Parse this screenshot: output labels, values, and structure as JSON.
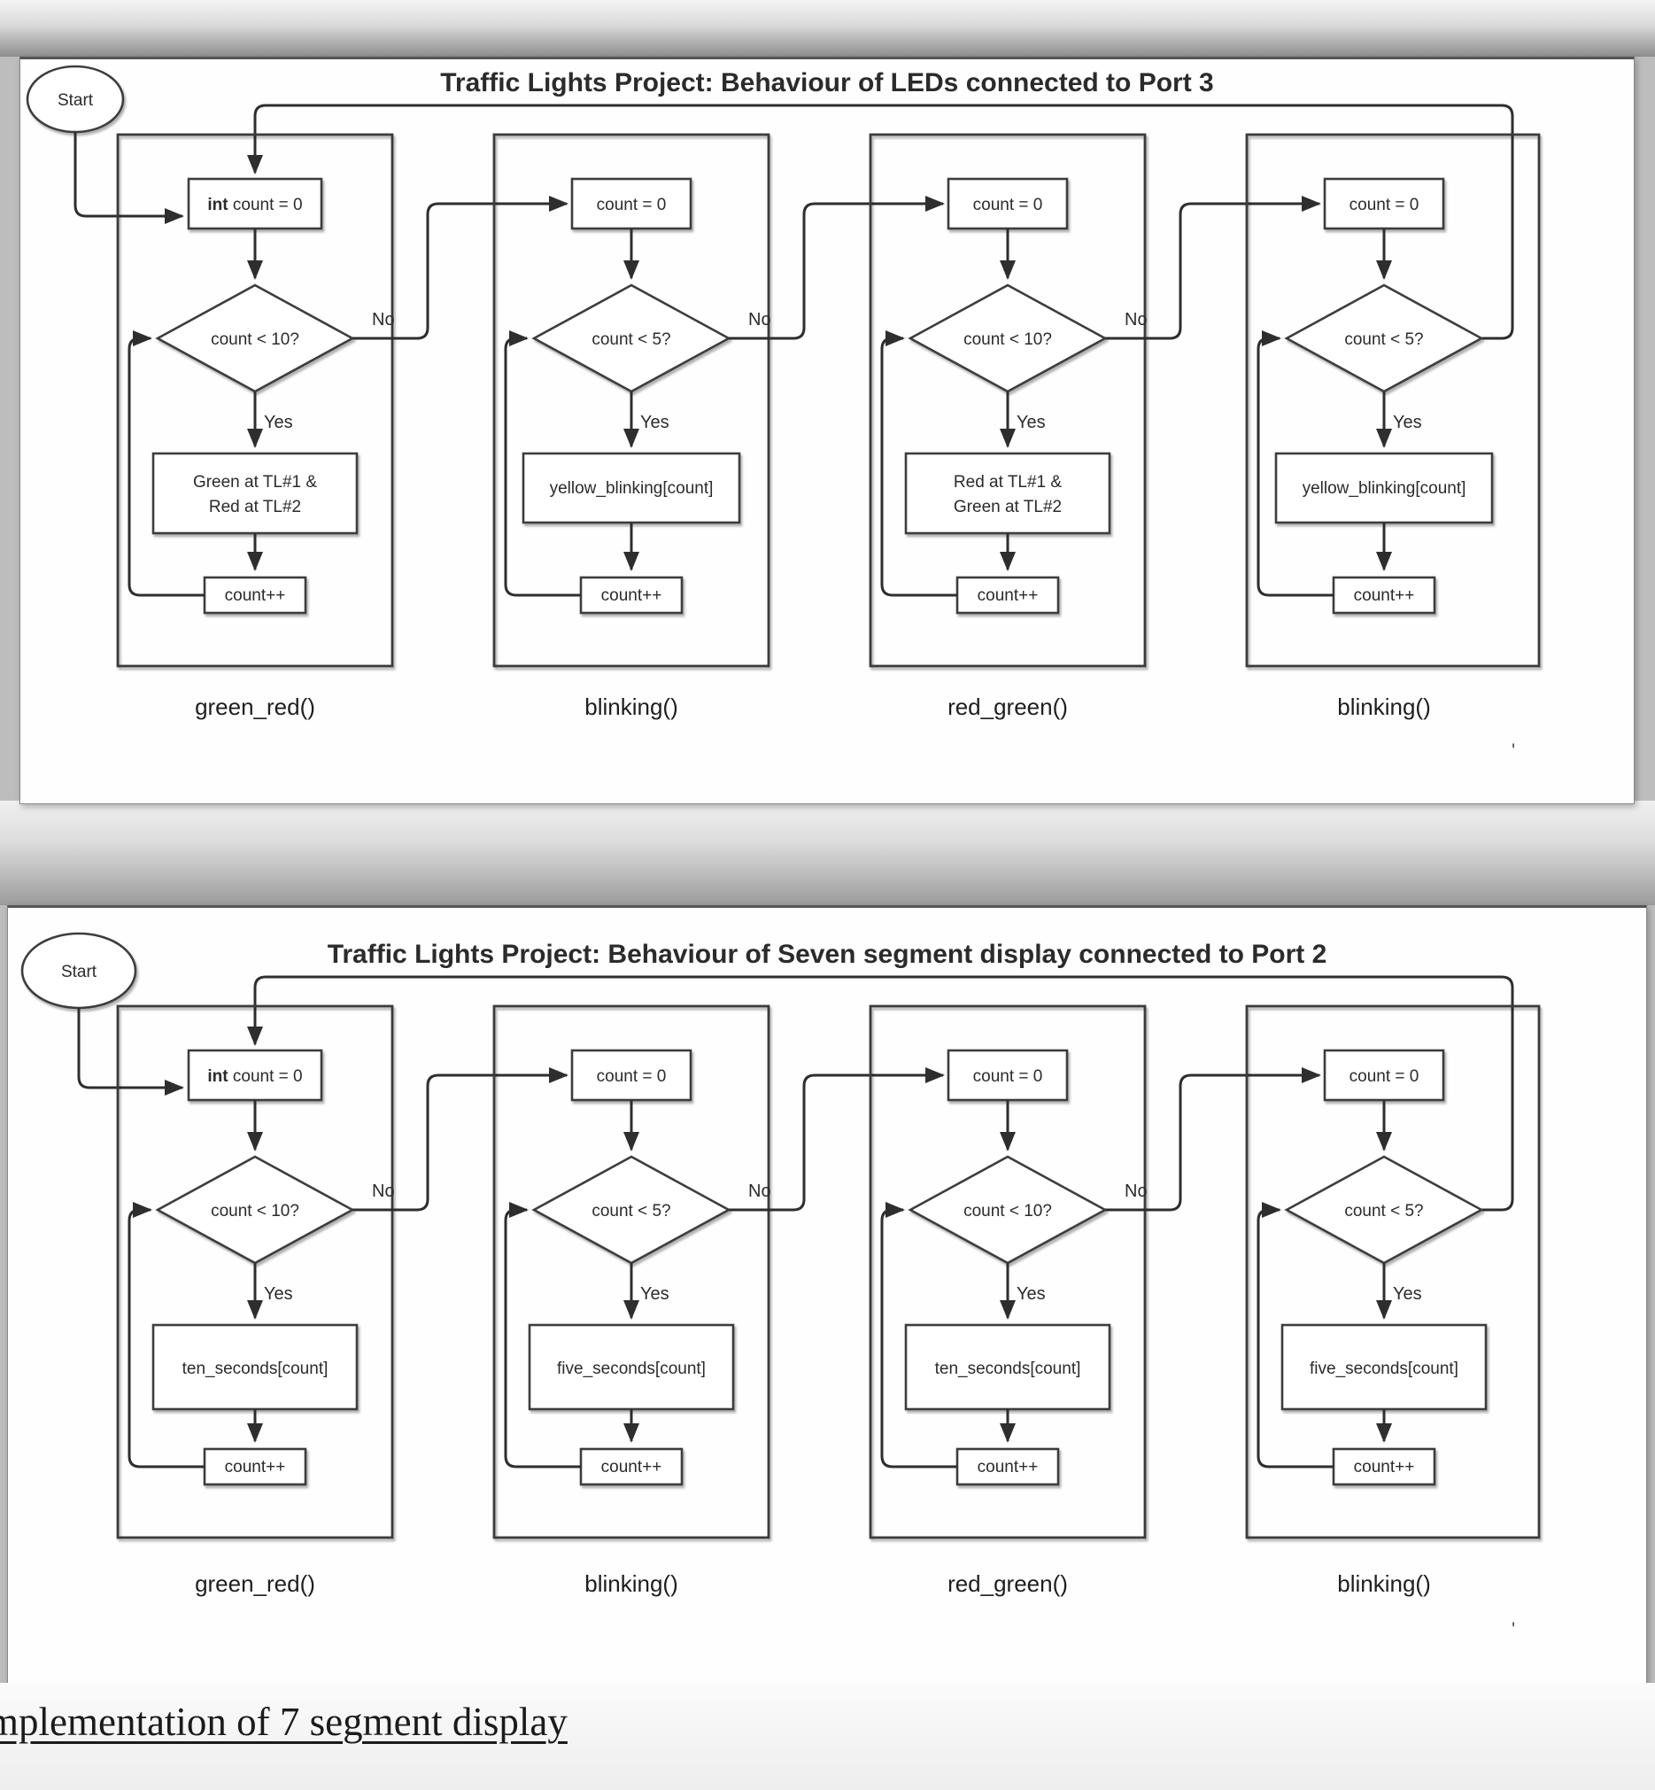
{
  "figure1": {
    "title": "Traffic Lights Project: Behaviour of LEDs connected to Port 3",
    "start_label": "Start",
    "artifact_mark": "'",
    "panels": [
      {
        "function_label": "green_red()",
        "init_bold": "int ",
        "init_rest": "count = 0",
        "condition": "count < 10?",
        "yes": "Yes",
        "no": "No",
        "action1": "Green at TL#1 &",
        "action2": "Red at TL#2",
        "increment": "count++"
      },
      {
        "function_label": "blinking()",
        "init": "count = 0",
        "condition": "count < 5?",
        "yes": "Yes",
        "no": "No",
        "action1": "yellow_blinking[count]",
        "increment": "count++"
      },
      {
        "function_label": "red_green()",
        "init": "count = 0",
        "condition": "count < 10?",
        "yes": "Yes",
        "no": "No",
        "action1": "Red at TL#1 &",
        "action2": "Green at TL#2",
        "increment": "count++"
      },
      {
        "function_label": "blinking()",
        "init": "count = 0",
        "condition": "count < 5?",
        "yes": "Yes",
        "action1": "yellow_blinking[count]",
        "increment": "count++"
      }
    ]
  },
  "figure2": {
    "title": "Traffic Lights Project: Behaviour of Seven segment display connected to Port 2",
    "start_label": "Start",
    "artifact_mark": "'",
    "panels": [
      {
        "function_label": "green_red()",
        "init_bold": "int ",
        "init_rest": "count = 0",
        "condition": "count < 10?",
        "yes": "Yes",
        "no": "No",
        "action1": "ten_seconds[count]",
        "increment": "count++"
      },
      {
        "function_label": "blinking()",
        "init": "count = 0",
        "condition": "count < 5?",
        "yes": "Yes",
        "no": "No",
        "action1": "five_seconds[count]",
        "increment": "count++"
      },
      {
        "function_label": "red_green()",
        "init": "count = 0",
        "condition": "count < 10?",
        "yes": "Yes",
        "no": "No",
        "action1": "ten_seconds[count]",
        "increment": "count++"
      },
      {
        "function_label": "blinking()",
        "init": "count = 0",
        "condition": "count < 5?",
        "yes": "Yes",
        "action1": "five_seconds[count]",
        "increment": "count++"
      }
    ]
  },
  "caption": {
    "text": "mplementation of 7 segment display"
  }
}
